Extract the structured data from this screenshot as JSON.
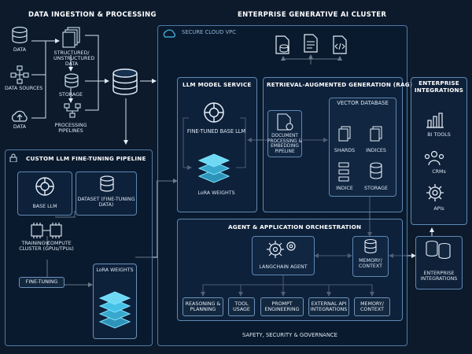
{
  "ingestion": {
    "title": "DATA INGESTION & PROCESSING",
    "sources": [
      "DATA",
      "DATA SOURCES",
      "DATA"
    ],
    "structured": "STRUCTURED/ UNSTRUCTURED DATA",
    "storage": "STORAGE",
    "pipelines": "PROCESSING PIPELINES"
  },
  "finetune": {
    "title": "CUSTOM LLM FINE-TUNING PIPELINE",
    "base_llm": "BASE LLM",
    "dataset": "DATASET (FINE-TUNING DATA)",
    "compute": "TRAINING COMPUTE CLUSTER (GPUs/TPUs)",
    "finetuning": "FINE-TUNING",
    "lora": "LoRA WEIGHTS"
  },
  "cluster": {
    "title": "ENTERPRISE GENERATIVE AI CLUSTER",
    "vpc": "SECURE CLOUD VPC",
    "llm_service": {
      "title": "LLM MODEL SERVICE",
      "model": "FINE-TUNED BASE LLM",
      "lora": "LoRA WEIGHTS"
    },
    "rag": {
      "title": "RETRIEVAL-AUGMENTED GENERATION (RAG)",
      "docproc": "DOCUMENT PROCESSING & EMBEDDING PIPELINE",
      "vector_db": "VECTOR DATABASE",
      "shards": "SHARDS",
      "indices": "INDICES",
      "indice": "INDICE",
      "storage": "STORAGE"
    },
    "orchestration": {
      "title": "AGENT & APPLICATION ORCHESTRATION",
      "agent": "LANGCHAIN AGENT",
      "memory": "MEMORY/ CONTEXT",
      "tools": [
        "REASONING & PLANNING",
        "TOOL USAGE",
        "PROMPT ENGINEERING",
        "EXTERNAL API INTEGRATIONS",
        "MEMORY/ CONTEXT"
      ]
    },
    "safety": "SAFETY, SECURITY & GOVERNANCE"
  },
  "integrations": {
    "title": "ENTERPRISE INTEGRATIONS",
    "items": [
      "BI TOOLS",
      "CRMs",
      "APIs"
    ],
    "bottom": "ENTERPRISE INTEGRATIONS"
  },
  "colors": {
    "background": "#0c1a2c",
    "panel_border": "#5e88b3",
    "accent_cyan": "#45c1e6",
    "accent_teal": "#3fd0c4"
  },
  "icons": [
    "database-icon",
    "network-icon",
    "cloud-upload-icon",
    "document-stack-icon",
    "gear-icon",
    "openai-logo-icon",
    "layers-icon",
    "chip-icon",
    "lock-icon",
    "bar-chart-icon",
    "people-icon",
    "file-icon",
    "code-file-icon"
  ]
}
